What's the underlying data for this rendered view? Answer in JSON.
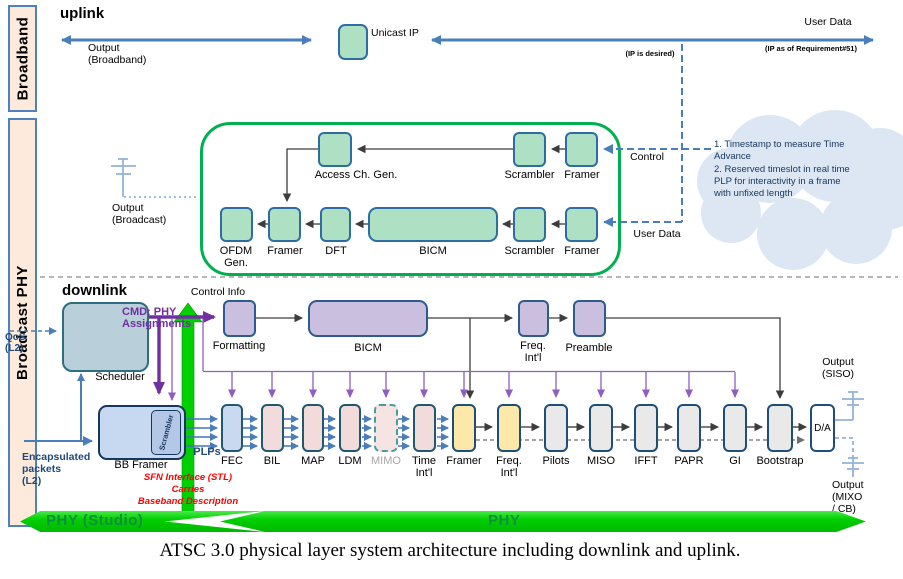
{
  "sidebar": {
    "broadband": "Broadband",
    "broadcast_phy": "Broadcast PHY"
  },
  "uplink": {
    "title": "uplink",
    "output_broadband": "Output\n(Broadband)",
    "unicast_ip": "Unicast IP",
    "user_data_top": "User Data",
    "ip_desired": "(IP is desired)",
    "ip_requirement": "(IP as of Requirement#51)",
    "control": "Control",
    "user_data": "User Data",
    "output_broadcast": "Output\n(Broadcast)",
    "access_ch_gen": "Access Ch. Gen.",
    "scrambler_top": "Scrambler",
    "framer_top": "Framer",
    "ofdm_gen": "OFDM\nGen.",
    "framer_bottom_left": "Framer",
    "dft": "DFT",
    "bicm": "BICM",
    "scrambler_bottom": "Scrambler",
    "framer_bottom_right": "Framer",
    "cloud_note": "1. Timestamp to measure Time\nAdvance\n2. Reserved timeslot in real time\nPLP for interactivity in a frame\nwith unfixed length"
  },
  "downlink": {
    "title": "downlink",
    "qos": "QoS\n(L2)",
    "scheduler": "Scheduler",
    "cmd": "CMD: PHY\nAssignments",
    "control_info": "Control Info",
    "formatting": "Formatting",
    "bicm": "BICM",
    "freq_intl_row2": "Freq.\nInt'l",
    "preamble": "Preamble",
    "bb_framer": "BB Framer",
    "scrambler": "Scrambler",
    "plps": "PLPs",
    "encapsulated": "Encapsulated\npackets\n(L2)",
    "sfn_note": "SFN Interface (STL)\nCarries\nBaseband Description",
    "chain": [
      "FEC",
      "BIL",
      "MAP",
      "LDM",
      "MIMO",
      "Time\nInt'l",
      "Framer",
      "Freq.\nInt'l",
      "Pilots",
      "MISO",
      "IFFT",
      "PAPR",
      "GI",
      "Bootstrap"
    ],
    "da": "D/A",
    "output_siso": "Output\n(SISO)",
    "output_mixo": "Output\n(MIXO\n/ CB)"
  },
  "banners": {
    "phy_studio": "PHY (Studio)",
    "phy": "PHY"
  },
  "caption": "ATSC 3.0 physical layer system architecture including downlink and uplink.",
  "palette": {
    "uplink_box_fill": "#aee0c4",
    "purple_box_fill": "#cabfdf",
    "pink_box_fill": "#f2dcdb",
    "yellow_box_fill": "#fce8a8",
    "gray_box_fill": "#e9e9e9",
    "blue_box_fill": "#c8d9f0",
    "box_border": "#1f4e79",
    "container_green": "#00b050",
    "banner_green": "#00cf00",
    "arrow_blue": "#4a7ebb",
    "arrow_purple": "#7030a0",
    "note_red": "#ff0000",
    "label_navy": "#1f497d",
    "sidebar_fill": "#fdeada"
  }
}
